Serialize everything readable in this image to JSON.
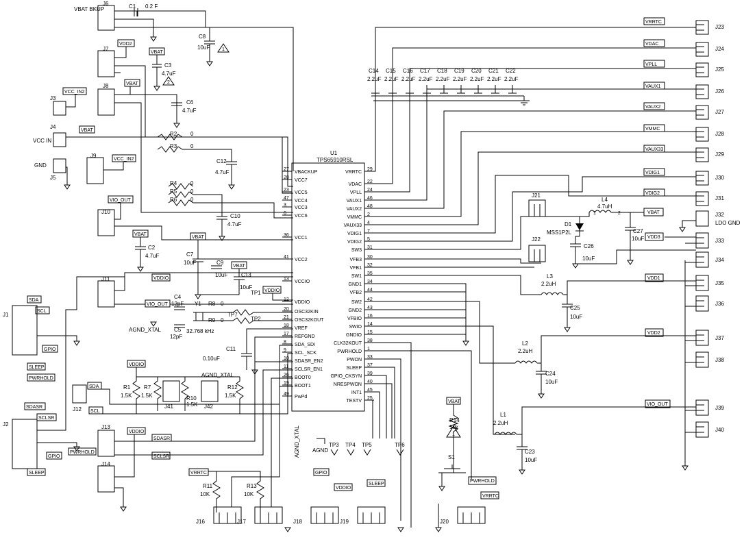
{
  "ic": {
    "ref": "U1",
    "part": "TPS65910RSL",
    "left_pins": [
      {
        "num": "27",
        "name": "VBACKUP"
      },
      {
        "num": "28",
        "name": "VCC7"
      },
      {
        "num": "23",
        "name": "VCC5"
      },
      {
        "num": "47",
        "name": "VCC4"
      },
      {
        "num": "3",
        "name": "VCC3"
      },
      {
        "num": "6",
        "name": "VCC6"
      },
      {
        "num": "36",
        "name": "VCC1"
      },
      {
        "num": "41",
        "name": "VCC2"
      },
      {
        "num": "13",
        "name": "VCCIO"
      },
      {
        "num": "12",
        "name": "VDDIO"
      },
      {
        "num": "20",
        "name": "OSC32KIN"
      },
      {
        "num": "21",
        "name": "OSC32KOUT"
      },
      {
        "num": "18",
        "name": "VREF"
      },
      {
        "num": "17",
        "name": "REFGND"
      },
      {
        "num": "8",
        "name": "SDA_SDI"
      },
      {
        "num": "9",
        "name": "SCL_SCK"
      },
      {
        "num": "10",
        "name": "SDASR_EN2"
      },
      {
        "num": "11",
        "name": "SCLSR_EN1"
      },
      {
        "num": "26",
        "name": "BOOT0"
      },
      {
        "num": "19",
        "name": "BOOT1"
      },
      {
        "num": "49",
        "name": "PwPd"
      }
    ],
    "right_pins": [
      {
        "num": "29",
        "name": "VRRTC"
      },
      {
        "num": "22",
        "name": "VDAC"
      },
      {
        "num": "24",
        "name": "VPLL"
      },
      {
        "num": "46",
        "name": "VAUX1"
      },
      {
        "num": "48",
        "name": "VAUX2"
      },
      {
        "num": "2",
        "name": "VMMC"
      },
      {
        "num": "4",
        "name": "VAUX33"
      },
      {
        "num": "7",
        "name": "VDIG1"
      },
      {
        "num": "5",
        "name": "VDIG2"
      },
      {
        "num": "31",
        "name": "SW3"
      },
      {
        "num": "30",
        "name": "VFB3"
      },
      {
        "num": "32",
        "name": "VFB1"
      },
      {
        "num": "35",
        "name": "SW1"
      },
      {
        "num": "34",
        "name": "GND1"
      },
      {
        "num": "44",
        "name": "VFB2"
      },
      {
        "num": "42",
        "name": "SW2"
      },
      {
        "num": "43",
        "name": "GND2"
      },
      {
        "num": "16",
        "name": "VFBIO"
      },
      {
        "num": "14",
        "name": "SWIO"
      },
      {
        "num": "15",
        "name": "GNDIO"
      },
      {
        "num": "38",
        "name": "CLK32KOUT"
      },
      {
        "num": "1",
        "name": "PWRHOLD"
      },
      {
        "num": "33",
        "name": "PWON"
      },
      {
        "num": "37",
        "name": "SLEEP"
      },
      {
        "num": "39",
        "name": "GPIO_CKSYN"
      },
      {
        "num": "40",
        "name": "NRESPWON"
      },
      {
        "num": "45",
        "name": "INT1"
      },
      {
        "num": "25",
        "name": "TESTV"
      }
    ]
  },
  "caps_top": {
    "refs": [
      "C14",
      "C15",
      "C16",
      "C17",
      "C18",
      "C19",
      "C20",
      "C21",
      "C22"
    ],
    "value": "2.2uF"
  },
  "right_connectors": [
    {
      "ref": "J23",
      "net": "VRRTC"
    },
    {
      "ref": "J24",
      "net": "VDAC"
    },
    {
      "ref": "J25",
      "net": "VPLL"
    },
    {
      "ref": "J26",
      "net": "VAUX1"
    },
    {
      "ref": "J27",
      "net": "VAUX2"
    },
    {
      "ref": "J28",
      "net": "VMMC"
    },
    {
      "ref": "J29",
      "net": "VAUX33"
    },
    {
      "ref": "J30",
      "net": "VDIG1"
    },
    {
      "ref": "J31",
      "net": "VDIG2"
    }
  ],
  "right_lower": {
    "J32": "J32",
    "ldo_gnd": "LDO GND",
    "J33": "J33",
    "J34": "J34",
    "J35": "J35",
    "J36": "J36",
    "J37": "J37",
    "J38": "J38",
    "J39": "J39",
    "J40": "J40",
    "vbat": "VBAT",
    "vdd3": "VDD3",
    "vdd1": "VDD1",
    "vdd2": "VDD2",
    "vio_out": "VIO_OUT"
  },
  "power_section": {
    "J21": "J21",
    "J22": "J22",
    "L4": "L4",
    "L4_val": "4.7uH",
    "L4_p1": "1",
    "L4_p2": "2",
    "D1": "D1",
    "D1_part": "MSS1P2L",
    "C27": "C27",
    "C27_val": "10uF",
    "C26": "C26",
    "C26_val": "10uF",
    "L3": "L3",
    "L3_val": "2.2uH",
    "C25": "C25",
    "C25_val": "10uF",
    "L2": "L2",
    "L2_val": "2.2uH",
    "C24": "C24",
    "C24_val": "10uF",
    "L1": "L1",
    "L1_val": "2.2uH",
    "C23": "C23",
    "C23_val": "10uF"
  },
  "left_parts": {
    "J6": "J6",
    "vbat_bkup": "VBAT BKUP",
    "C1": "C1",
    "C1_val": "0.2 F",
    "C8": "C8",
    "C8_val": "10uF",
    "note1": "1",
    "J7": "J7",
    "vdd2": "VDD2",
    "vbat": "VBAT",
    "C3": "C3",
    "C3_val": "4.7uF",
    "note2": "2",
    "J8": "J8",
    "C6": "C6",
    "C6_val": "4.7uF",
    "J3": "J3",
    "vcc_in2": "VCC_IN2",
    "J4": "J4",
    "vcc_in": "VCC IN",
    "gnd": "GND",
    "J5": "J5",
    "J9": "J9",
    "R2": "R2",
    "R3": "R3",
    "R4": "R4",
    "R5": "R5",
    "R6": "R6",
    "r_zero": "0",
    "C12": "C12",
    "C12_val": "4.7uF",
    "C10": "C10",
    "C10_val": "4.7uF",
    "J10": "J10",
    "vio_out": "VIO_OUT",
    "C2": "C2",
    "C2_val": "4.7uF",
    "C7": "C7",
    "C7_val": "10uF",
    "C9": "C9",
    "C9_val": "10uF",
    "C13": "C13",
    "C13_val": "10uF",
    "J11": "J11",
    "vddio": "VDDIO",
    "TP1": "TP1",
    "TP2": "TP2",
    "TP7": "TP7",
    "C4": "C4",
    "C4_val": "12pF",
    "C5": "C5",
    "C5_val": "12pF",
    "Y1": "Y1",
    "Y1_val": "32.768 kHz",
    "R8": "R8",
    "R9": "R9",
    "agnd_xtal": "AGND_XTAL",
    "C11": "C11",
    "C11_val": "0.10uF",
    "J1": "J1",
    "sda": "SDA",
    "scl": "SCL",
    "gpio": "GPIO",
    "sleep": "SLEEP",
    "pwrhold": "PWRHOLD",
    "R1": "R1",
    "R7": "R7",
    "R10": "R10",
    "R12": "R12",
    "r_val": "1.5K",
    "J41": "J41",
    "J42": "J42",
    "J12": "J12",
    "J2": "J2",
    "sdasr": "SDASR",
    "sclsr": "SCLSR",
    "J13": "J13",
    "J14": "J14",
    "vrrtc": "VRRTC",
    "R11": "R11",
    "R11_val": "10K",
    "R13": "R13",
    "R13_val": "10K",
    "J16": "J16",
    "J17": "J17",
    "J18": "J18",
    "J19": "J19",
    "J20": "J20",
    "TP3": "TP3",
    "TP4": "TP4",
    "TP5": "TP5",
    "TP6": "TP6",
    "agnd": "AGND",
    "R14": "R14",
    "R14_val": "10k",
    "S1": "S1"
  }
}
